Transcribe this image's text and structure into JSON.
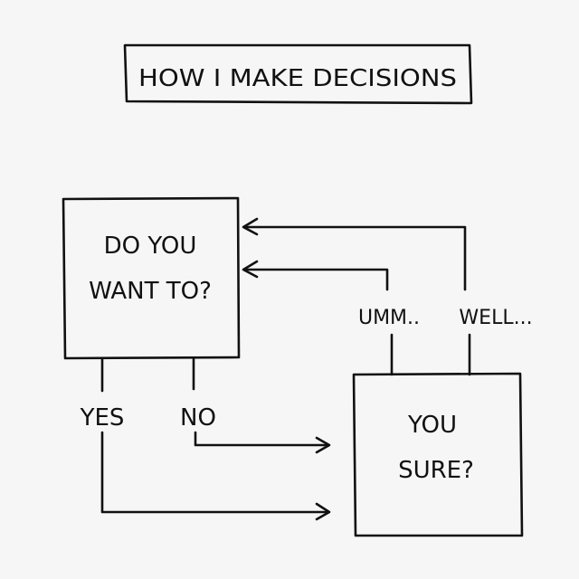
{
  "title": "HOW I MAKE DECISIONS",
  "nodes": {
    "question_box": {
      "line1": "DO YOU",
      "line2": "WANT TO?"
    },
    "sure_box": {
      "line1": "YOU",
      "line2": "SURE?"
    }
  },
  "edges": {
    "yes": "YES",
    "no": "NO",
    "umm": "UMM..",
    "well": "WELL..."
  },
  "colors": {
    "ink": "#111111",
    "paper": "#f6f6f6"
  }
}
